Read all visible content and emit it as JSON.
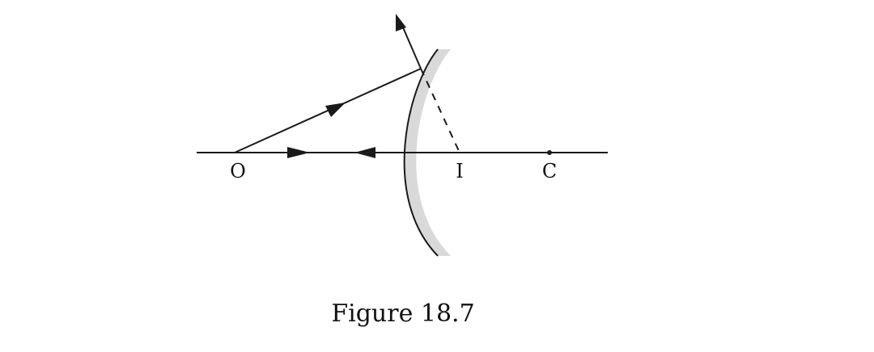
{
  "diagram": {
    "caption": "Figure 18.7",
    "labels": {
      "object": "O",
      "image": "I",
      "centre": "C"
    }
  },
  "colors": {
    "ink": "#1a1a1a",
    "mirror_back": "#d9d9d9"
  }
}
